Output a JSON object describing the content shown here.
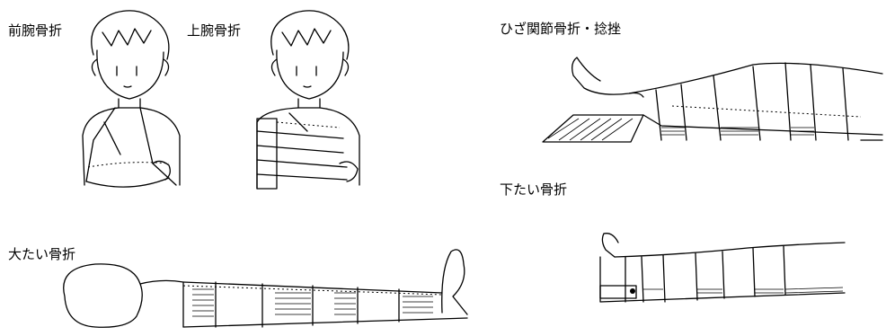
{
  "labels": {
    "forearm_fracture": "前腕骨折",
    "upper_arm_fracture": "上腕骨折",
    "knee_fracture_sprain": "ひざ関節骨折・捻挫",
    "lower_leg_fracture": "下たい骨折",
    "thigh_fracture": "大たい骨折"
  },
  "colors": {
    "ink": "#000000",
    "background": "#ffffff"
  }
}
